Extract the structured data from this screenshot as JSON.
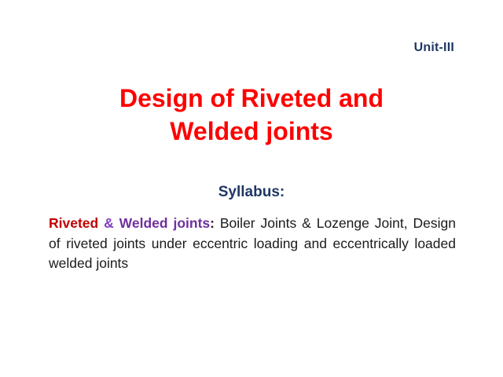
{
  "slide": {
    "unit_label": "Unit-III",
    "title_line_1": "Design of Riveted and",
    "title_line_2": "Welded joints",
    "syllabus_heading": "Syllabus:",
    "body": {
      "keyword_riveted": "Riveted",
      "keyword_amp": "&",
      "keyword_welded_joints": "Welded joints",
      "keyword_colon": ":",
      "text": " Boiler Joints & Lozenge Joint, Design of riveted joints under eccentric loading and eccentrically loaded welded joints"
    },
    "colors": {
      "title": "#ff0000",
      "unit_label": "#1f3864",
      "syllabus_heading": "#1f3864",
      "keyword_red": "#c00000",
      "keyword_purple": "#7030a0",
      "body_text": "#1a1a1a",
      "background": "#ffffff"
    }
  }
}
